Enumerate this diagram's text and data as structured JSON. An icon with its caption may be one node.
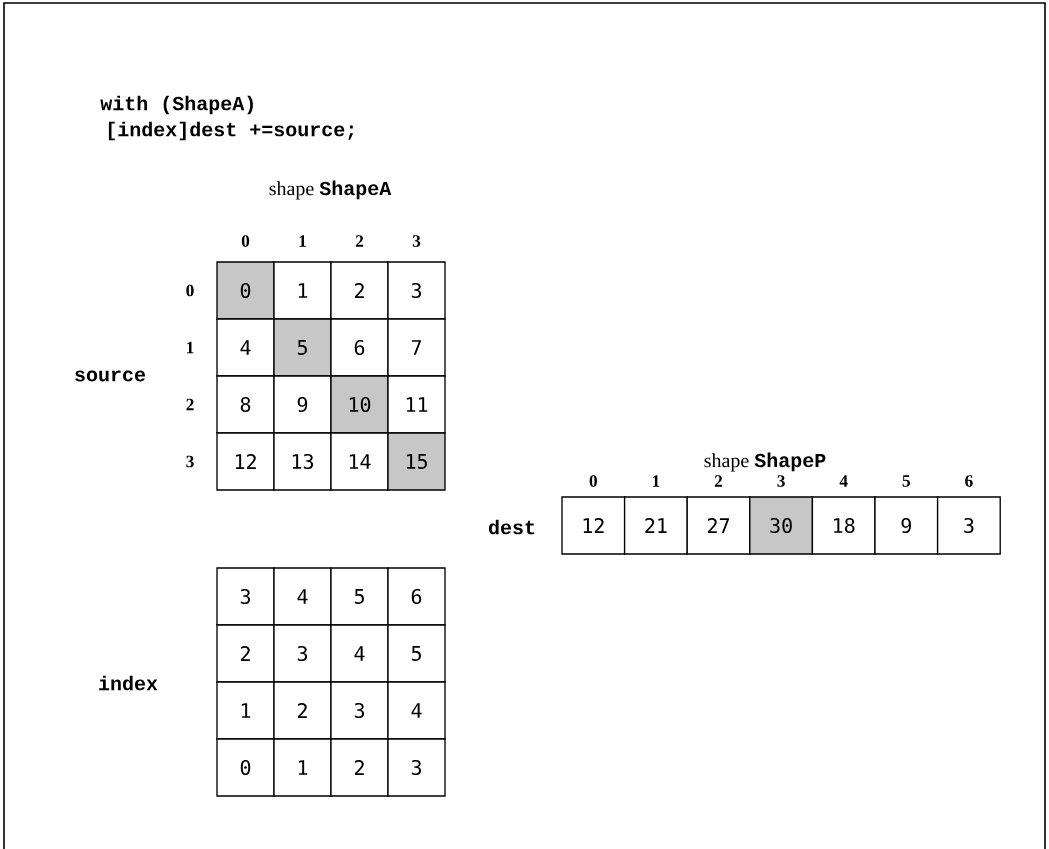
{
  "diagram": {
    "labels": [
      "with (ShapeA)",
      "[index]dest +=source;",
      "shape **ShapeA**",
      "0",
      "1",
      "2",
      "3",
      "0",
      "0",
      "1",
      "2",
      "3",
      "1",
      "4",
      "5",
      "6",
      "7",
      "source",
      "2",
      "8",
      "9",
      "10",
      "11",
      "3",
      "12",
      "13",
      "14",
      "15",
      "shape **ShapeP**",
      "0",
      "1",
      "2",
      "3",
      "4",
      "5",
      "6",
      "dest",
      "12",
      "21",
      "27",
      "30",
      "18",
      "9",
      "3",
      "3",
      "4",
      "5",
      "6",
      "2",
      "3",
      "4",
      "5",
      "index",
      "1",
      "2",
      "3",
      "4",
      "0",
      "1",
      "2",
      "3"
    ]
  }
}
